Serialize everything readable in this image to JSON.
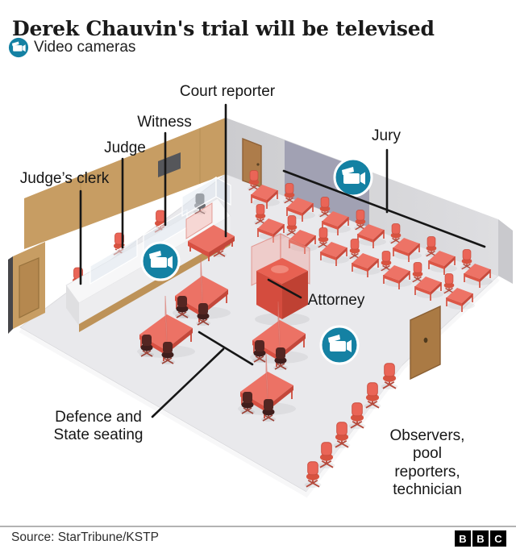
{
  "title": "Derek Chauvin's trial will be televised",
  "legend": {
    "label": "Video cameras"
  },
  "colors": {
    "accent_teal": "#1481a3",
    "furniture_red": "#ec7265",
    "wall_tan": "#c79d63",
    "wall_grey": "#d4d4d7",
    "wall_purple": "#a1a1b3",
    "floor_grey": "#e9e9ec"
  },
  "labels": {
    "court_reporter": "Court reporter",
    "witness": "Witness",
    "judge": "Judge",
    "judges_clerk": "Judge’s clerk",
    "jury": "Jury",
    "attorney": "Attorney",
    "defence": "Defence and\nState seating",
    "observers": "Observers,\npool reporters,\ntechnician"
  },
  "footer": {
    "source": "Source: StarTribune/KSTP",
    "logo": [
      "B",
      "B",
      "C"
    ]
  }
}
